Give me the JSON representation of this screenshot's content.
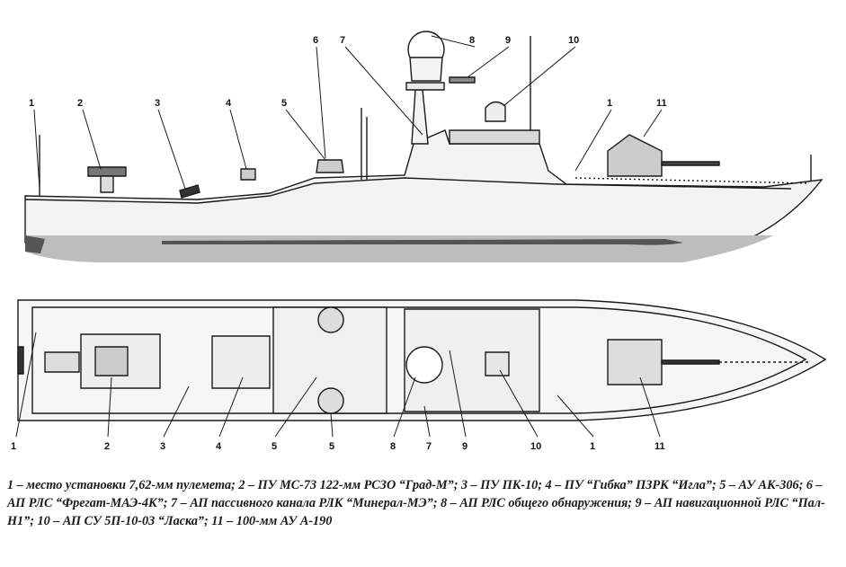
{
  "callouts_side": [
    "1",
    "2",
    "3",
    "4",
    "5",
    "6",
    "7",
    "8",
    "9",
    "10",
    "1",
    "11"
  ],
  "callouts_top": [
    "1",
    "2",
    "3",
    "4",
    "5",
    "5",
    "8",
    "7",
    "9",
    "10",
    "1",
    "11"
  ],
  "legend": [
    "1 – место установки 7,62-мм пулемета;",
    "2 – ПУ МС-73 122-мм РСЗО “Град-М”;",
    "3 – ПУ ПК-10;",
    "4 – ПУ “Гибка” ПЗРК “Игла”;",
    "5 – АУ АК-306;",
    "6 – АП РЛС “Фрегат-МАЭ-4К”;",
    "7 – АП пассивного канала РЛК “Минерал-МЭ”;",
    "8 – АП РЛС общего обнаружения;",
    "9 – АП навигационной РЛС “Пал-Н1”;",
    "10 – АП СУ 5П-10-03 “Ласка”;",
    "11 – 100-мм АУ А-190"
  ]
}
